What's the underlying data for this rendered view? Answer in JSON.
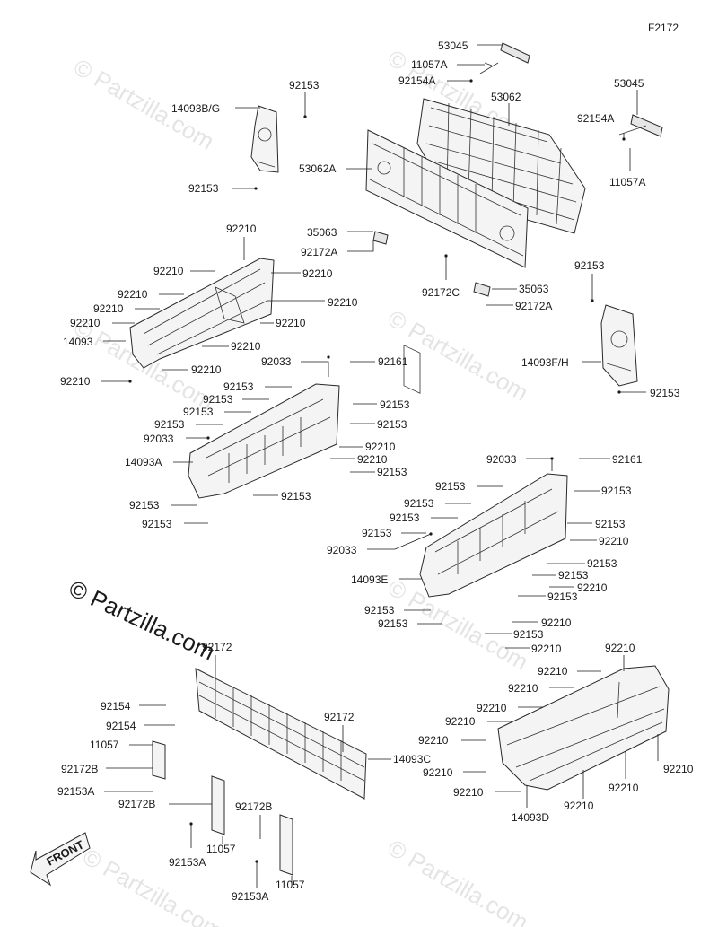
{
  "figure_code": "F2172",
  "brand": "© Partzilla.com",
  "watermark": "© Partzilla.com",
  "front_label": "FRONT",
  "labels": {
    "l_53045a": "53045",
    "l_11057a_top": "11057A",
    "l_92154a_top": "92154A",
    "l_53062": "53062",
    "l_53045b": "53045",
    "l_92154a_r": "92154A",
    "l_11057a_r": "11057A",
    "l_53062a": "53062A",
    "l_92153_t1": "92153",
    "l_14093bg": "14093B/G",
    "l_92153_t2": "92153",
    "l_92210_t": "92210",
    "l_35063a": "35063",
    "l_92172a_a": "92172A",
    "l_92172c": "92172C",
    "l_35063b": "35063",
    "l_92172a_b": "92172A",
    "l_92153_r1": "92153",
    "l_14093fh": "14093F/H",
    "l_92153_r2": "92153",
    "l_92210_a": "92210",
    "l_92210_b": "92210",
    "l_92210_c": "92210",
    "l_92210_d": "92210",
    "l_92210_e": "92210",
    "l_92210_f": "92210",
    "l_92210_g": "92210",
    "l_14093": "14093",
    "l_92210_h": "92210",
    "l_92210_i": "92210",
    "l_92210_j": "92210",
    "l_92033_a": "92033",
    "l_92161_a": "92161",
    "l_92153_m1": "92153",
    "l_92153_m2": "92153",
    "l_92153_m3": "92153",
    "l_92153_m4": "92153",
    "l_92153_m5": "92153",
    "l_92153_m6": "92153",
    "l_92033_b": "92033",
    "l_92210_m1": "92210",
    "l_14093a": "14093A",
    "l_92210_m2": "92210",
    "l_92153_m7": "92153",
    "l_92153_m8": "92153",
    "l_92153_m9": "92153",
    "l_92153_m10": "92153",
    "l_92033_c": "92033",
    "l_92161_b": "92161",
    "l_92153_n1": "92153",
    "l_92153_n2": "92153",
    "l_92153_n3": "92153",
    "l_92153_n4": "92153",
    "l_92153_n5": "92153",
    "l_92033_d": "92033",
    "l_92210_n1": "92210",
    "l_92153_n6": "92153",
    "l_14093e": "14093E",
    "l_92153_n7": "92153",
    "l_92210_n2": "92210",
    "l_92153_n8": "92153",
    "l_92153_n9": "92153",
    "l_92210_n3": "92210",
    "l_92153_n10": "92153",
    "l_92153_n11": "92153",
    "l_92210_n4": "92210",
    "l_92172_a": "92172",
    "l_92154_a": "92154",
    "l_92154_b": "92154",
    "l_92172_b": "92172",
    "l_11057_a": "11057",
    "l_92172b_a": "92172B",
    "l_14093c": "14093C",
    "l_92153a_a": "92153A",
    "l_92172b_b": "92172B",
    "l_92172b_c": "92172B",
    "l_11057_b": "11057",
    "l_92153a_b": "92153A",
    "l_11057_c": "11057",
    "l_92153a_c": "92153A",
    "l_92210_p1": "92210",
    "l_92210_p2": "92210",
    "l_92210_p3": "92210",
    "l_92210_p4": "92210",
    "l_92210_p5": "92210",
    "l_92210_p6": "92210",
    "l_92210_p7": "92210",
    "l_92210_p8": "92210",
    "l_92210_p9": "92210",
    "l_92210_p10": "92210",
    "l_92210_p11": "92210",
    "l_14093d": "14093D"
  }
}
